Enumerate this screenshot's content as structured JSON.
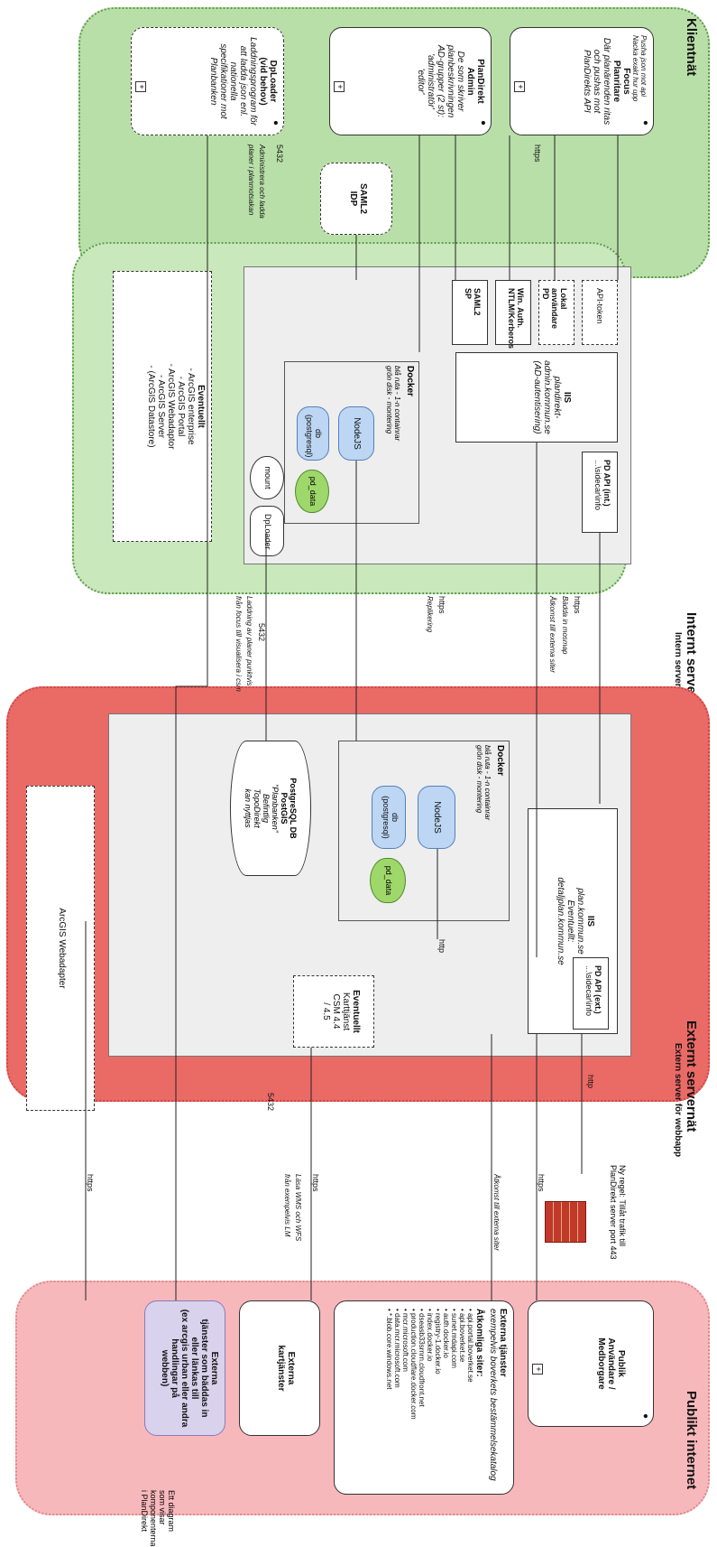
{
  "zones": {
    "klientnat": "Klientnät",
    "internt": "Internt servernät",
    "internt_sub": "Intern server för webbapp",
    "externt": "Externt servernät",
    "externt_sub": "Extern server för webbapp",
    "publikt": "Publikt internet"
  },
  "klient": {
    "focus": {
      "pre": "Pusha json mot api",
      "pre2": "Nacka exakt hur upp",
      "title1": "Focus",
      "title2": "Planritare",
      "desc": "Där planärenden ritas och pushas mot PlanDirekts API"
    },
    "pdadmin": {
      "title1": "PlanDirekt",
      "title2": "Admin",
      "desc1": "De som skriver planbeskrivningen",
      "desc2": "AD-grupper (2 st): 'administratör'",
      "desc3": "'editor'"
    },
    "dploader": {
      "title1": "DpLoader",
      "title2": "(vid behov)",
      "desc": "Laddningsprogram för att ladda json enl. nationella specifikationer mot Planbanken"
    },
    "plus": "+"
  },
  "saml_idp": {
    "l1": "SAML2",
    "l2": "IDP"
  },
  "internt": {
    "api_token": "API-token",
    "lokal_pd": {
      "l1": "Lokal",
      "l2": "användare PD"
    },
    "win_auth": {
      "l1": "Win. Auth.",
      "l2": "NTLM/Kerberos"
    },
    "saml_sp": {
      "l1": "SAML2",
      "l2": "SP"
    },
    "iis": {
      "title": "IIS",
      "host": "plandirekt-admin.kommun.se",
      "note": "(AD-autentisering)"
    },
    "pd_api_int": {
      "title": "PD API (int.)",
      "sub": "...\\sidecar\\info"
    },
    "docker": {
      "title": "Docker",
      "desc1": "blå ruta - 1-n containrar",
      "desc2": "grön disk - montering"
    },
    "nodejs": "NodeJS",
    "db": {
      "l1": "db",
      "l2": "(postgresql)"
    },
    "pd_data": "pd_data",
    "mount": "mount",
    "dploader": "DpLoader",
    "arcgis": {
      "title": "Eventuellt",
      "l1": "- ArcGIS enterprise",
      "l2": "- ArcGIS Portal",
      "l3": "- ArcGIS Webadaptor",
      "l4": "- ArcGIS Server",
      "l5": "- (ArcGIS Datastore)"
    }
  },
  "externt": {
    "iis": {
      "title": "IIS",
      "host": "plan.kommun.se",
      "note": "Eventuellt:",
      "host2": "detaljplan.kommun.se"
    },
    "pd_api_ext": {
      "title": "PD API (ext.)",
      "sub": "...\\sidecar\\info"
    },
    "docker": {
      "title": "Docker",
      "desc1": "blå ruta - 1-n containrar",
      "desc2": "grön disk - montering"
    },
    "nodejs": "NodeJS",
    "db": {
      "l1": "db",
      "l2": "(postgresql)"
    },
    "pd_data": "pd_data",
    "postgres": {
      "title1": "PostgreSQL DB",
      "title2": "PostGIS",
      "desc1": "\"Planbanken\"",
      "desc2": "Befintlig",
      "desc3": "TopoDirekt",
      "desc4": "kan nyttjas"
    },
    "karttjanst": {
      "l1": "Eventuellt",
      "l2": "Karttjänst",
      "l3": "CSM 4.4",
      "l4": "/ 4.5"
    },
    "webadapter": "ArcGIS Webadapter"
  },
  "publikt": {
    "publik": {
      "title1": "Publik",
      "title2": "Användare /",
      "title3": "Medborgare"
    },
    "externa": {
      "title1": "Externa tjänster",
      "desc": "exempelvis boverkets bestämmelsekatalog",
      "sites_title": "Åtkomliga siter:",
      "sites": [
        "api.portal.boverket.se",
        "api.boverket.se",
        "sunet.mdapi.com",
        "auth.docker.io",
        "registry-1.docker.io",
        "index.docker.io",
        "dseasb33srnrn.cloudfront.net",
        "production.cloudflare.docker.com",
        "mcr.microsoft.com",
        "data.mcr.microsoft.com",
        "*.blob.core.windows.net"
      ]
    },
    "kart": {
      "l1": "Externa",
      "l2": "kartjänster"
    },
    "esri": {
      "l1": "Externa",
      "l2": "tjänster som bäddas in eller länkas till",
      "l3": "(ex arcgis urban eller andra handlingar på",
      "l4": "webben)"
    }
  },
  "firewall": {
    "l1": "Ny regel: Tillåt trafik till",
    "l2": "PlanDirekt server port 443"
  },
  "labels": {
    "https": "https",
    "http": "http",
    "port5432": "5432",
    "admin_note1": "Administrera och ladda",
    "admin_note2": "planer i planmotsakan",
    "bada_note": "Bädda in mosmap",
    "atkomst_webb": "Åtkomst till externa siter",
    "replikering": "Replikering",
    "laddning1": "Laddning av planer punktvis",
    "laddning2": "från focus till visualisera i csm",
    "lasa_wms1": "Läsa WMS och WFS",
    "lasa_wms2": "från exempelvis LM",
    "atkomst_ext": "Åtkomst till externa siter"
  },
  "footer": "Ett diagram som visar komponenterna i PlanDirekt"
}
